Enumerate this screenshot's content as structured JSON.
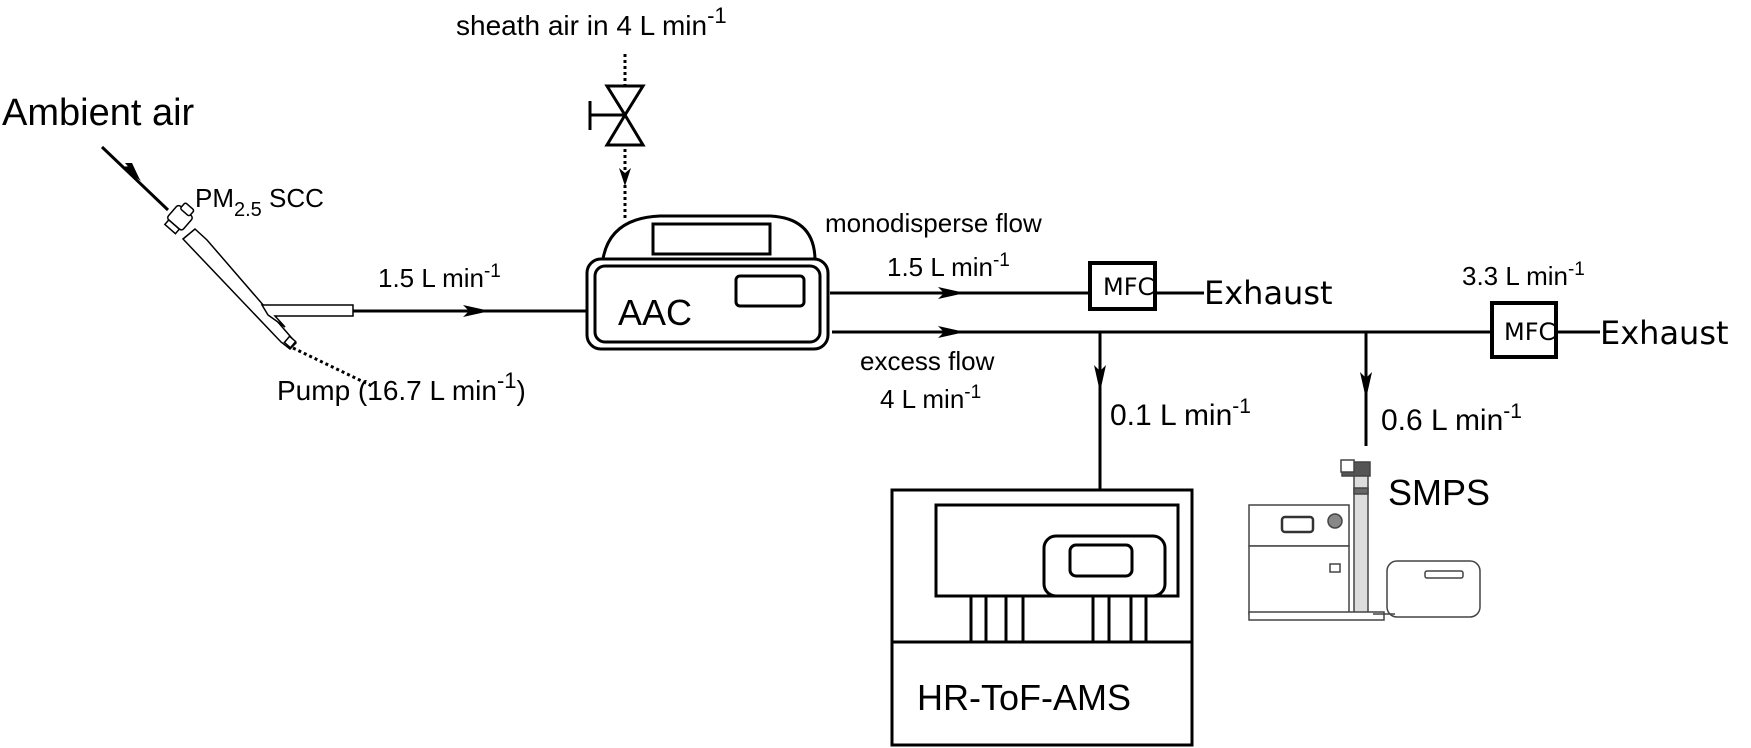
{
  "diagram": {
    "ambient_air": "Ambient air",
    "sheath_air": {
      "text": "sheath air in 4 L min",
      "sup": "-1"
    },
    "pm_scc": {
      "base": "PM",
      "sub": "2.5",
      "rest": " SCC"
    },
    "inlet_flow": {
      "text": "1.5 L min",
      "sup": "-1"
    },
    "pump": {
      "pre": "Pump (16.7 L min",
      "sup": "-1",
      "post": ")"
    },
    "aac_label": "AAC",
    "mono_flow": {
      "label": "monodisperse flow",
      "text": "1.5 L min",
      "sup": "-1"
    },
    "excess_flow": {
      "label": "excess flow",
      "text": "4 L min",
      "sup": "-1"
    },
    "mfc1": "MFC",
    "mfc2": "MFC",
    "exhaust1": "Exhaust",
    "exhaust2": "Exhaust",
    "mfc2_flow": {
      "text": "3.3 L min",
      "sup": "-1"
    },
    "ams_flow": {
      "text": "0.1 L min",
      "sup": "-1"
    },
    "smps_flow": {
      "text": "0.6 L min",
      "sup": "-1"
    },
    "ams_label": "HR-ToF-AMS",
    "smps_label": "SMPS"
  }
}
